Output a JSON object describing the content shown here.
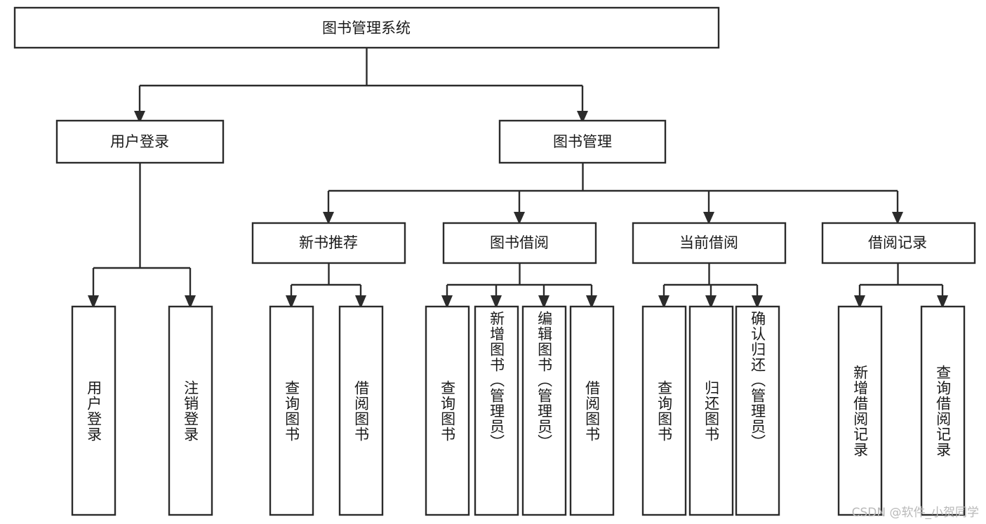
{
  "chart_data": {
    "type": "diagram",
    "title": "图书管理系统",
    "subtype": "functional-decomposition-tree",
    "orientation": "top-down",
    "levels": 4,
    "nodes": [
      {
        "id": "root",
        "label": "图书管理系统",
        "level": 0,
        "parent": null,
        "text_orientation": "horizontal"
      },
      {
        "id": "login",
        "label": "用户登录",
        "level": 1,
        "parent": "root",
        "text_orientation": "horizontal"
      },
      {
        "id": "bookmgmt",
        "label": "图书管理",
        "level": 1,
        "parent": "root",
        "text_orientation": "horizontal"
      },
      {
        "id": "newbook",
        "label": "新书推荐",
        "level": 2,
        "parent": "bookmgmt",
        "text_orientation": "horizontal"
      },
      {
        "id": "borrow",
        "label": "图书借阅",
        "level": 2,
        "parent": "bookmgmt",
        "text_orientation": "horizontal"
      },
      {
        "id": "current",
        "label": "当前借阅",
        "level": 2,
        "parent": "bookmgmt",
        "text_orientation": "horizontal"
      },
      {
        "id": "records",
        "label": "借阅记录",
        "level": 2,
        "parent": "bookmgmt",
        "text_orientation": "horizontal"
      },
      {
        "id": "login-1",
        "label": "用户登录",
        "level": 2,
        "parent": "login",
        "text_orientation": "vertical"
      },
      {
        "id": "login-2",
        "label": "注销登录",
        "level": 2,
        "parent": "login",
        "text_orientation": "vertical"
      },
      {
        "id": "newbook-1",
        "label": "查询图书",
        "level": 3,
        "parent": "newbook",
        "text_orientation": "vertical"
      },
      {
        "id": "newbook-2",
        "label": "借阅图书",
        "level": 3,
        "parent": "newbook",
        "text_orientation": "vertical"
      },
      {
        "id": "borrow-1",
        "label": "查询图书",
        "level": 3,
        "parent": "borrow",
        "text_orientation": "vertical"
      },
      {
        "id": "borrow-2",
        "label": "新增图书（管理员）",
        "level": 3,
        "parent": "borrow",
        "text_orientation": "vertical"
      },
      {
        "id": "borrow-3",
        "label": "编辑图书（管理员）",
        "level": 3,
        "parent": "borrow",
        "text_orientation": "vertical"
      },
      {
        "id": "borrow-4",
        "label": "借阅图书",
        "level": 3,
        "parent": "borrow",
        "text_orientation": "vertical"
      },
      {
        "id": "current-1",
        "label": "查询图书",
        "level": 3,
        "parent": "current",
        "text_orientation": "vertical"
      },
      {
        "id": "current-2",
        "label": "归还图书",
        "level": 3,
        "parent": "current",
        "text_orientation": "vertical"
      },
      {
        "id": "current-3",
        "label": "确认归还（管理员）",
        "level": 3,
        "parent": "current",
        "text_orientation": "vertical"
      },
      {
        "id": "records-1",
        "label": "新增借阅记录",
        "level": 3,
        "parent": "records",
        "text_orientation": "vertical"
      },
      {
        "id": "records-2",
        "label": "查询借阅记录",
        "level": 3,
        "parent": "records",
        "text_orientation": "vertical"
      }
    ],
    "edges": [
      {
        "from": "root",
        "to": "login"
      },
      {
        "from": "root",
        "to": "bookmgmt"
      },
      {
        "from": "login",
        "to": "login-1"
      },
      {
        "from": "login",
        "to": "login-2"
      },
      {
        "from": "bookmgmt",
        "to": "newbook"
      },
      {
        "from": "bookmgmt",
        "to": "borrow"
      },
      {
        "from": "bookmgmt",
        "to": "current"
      },
      {
        "from": "bookmgmt",
        "to": "records"
      },
      {
        "from": "newbook",
        "to": "newbook-1"
      },
      {
        "from": "newbook",
        "to": "newbook-2"
      },
      {
        "from": "borrow",
        "to": "borrow-1"
      },
      {
        "from": "borrow",
        "to": "borrow-2"
      },
      {
        "from": "borrow",
        "to": "borrow-3"
      },
      {
        "from": "borrow",
        "to": "borrow-4"
      },
      {
        "from": "current",
        "to": "current-1"
      },
      {
        "from": "current",
        "to": "current-2"
      },
      {
        "from": "current",
        "to": "current-3"
      },
      {
        "from": "records",
        "to": "records-1"
      },
      {
        "from": "records",
        "to": "records-2"
      }
    ],
    "colors": {
      "box_fill": "#ffffff",
      "box_stroke": "#2b2b2b",
      "connector": "#2b2b2b",
      "text": "#1a1a1a",
      "background": "#ffffff",
      "watermark": "#b9b9b9"
    }
  },
  "diagram": {
    "root": {
      "label": "图书管理系统"
    },
    "level1": {
      "login": {
        "label": "用户登录"
      },
      "book_management": {
        "label": "图书管理"
      }
    },
    "level2": {
      "new_book": {
        "label": "新书推荐"
      },
      "book_borrow": {
        "label": "图书借阅"
      },
      "current_borrow": {
        "label": "当前借阅"
      },
      "borrow_records": {
        "label": "借阅记录"
      }
    },
    "leaves": {
      "login_1": {
        "label": "用户登录"
      },
      "login_2": {
        "label": "注销登录"
      },
      "newbook_1": {
        "label": "查询图书"
      },
      "newbook_2": {
        "label": "借阅图书"
      },
      "borrow_1": {
        "label": "查询图书"
      },
      "borrow_2": {
        "label": "新增图书（管理员）"
      },
      "borrow_3": {
        "label": "编辑图书（管理员）"
      },
      "borrow_4": {
        "label": "借阅图书"
      },
      "current_1": {
        "label": "查询图书"
      },
      "current_2": {
        "label": "归还图书"
      },
      "current_3": {
        "label": "确认归还（管理员）"
      },
      "records_1": {
        "label": "新增借阅记录"
      },
      "records_2": {
        "label": "查询借阅记录"
      }
    }
  },
  "watermark": {
    "text": "CSDN @软件_小贺同学"
  }
}
